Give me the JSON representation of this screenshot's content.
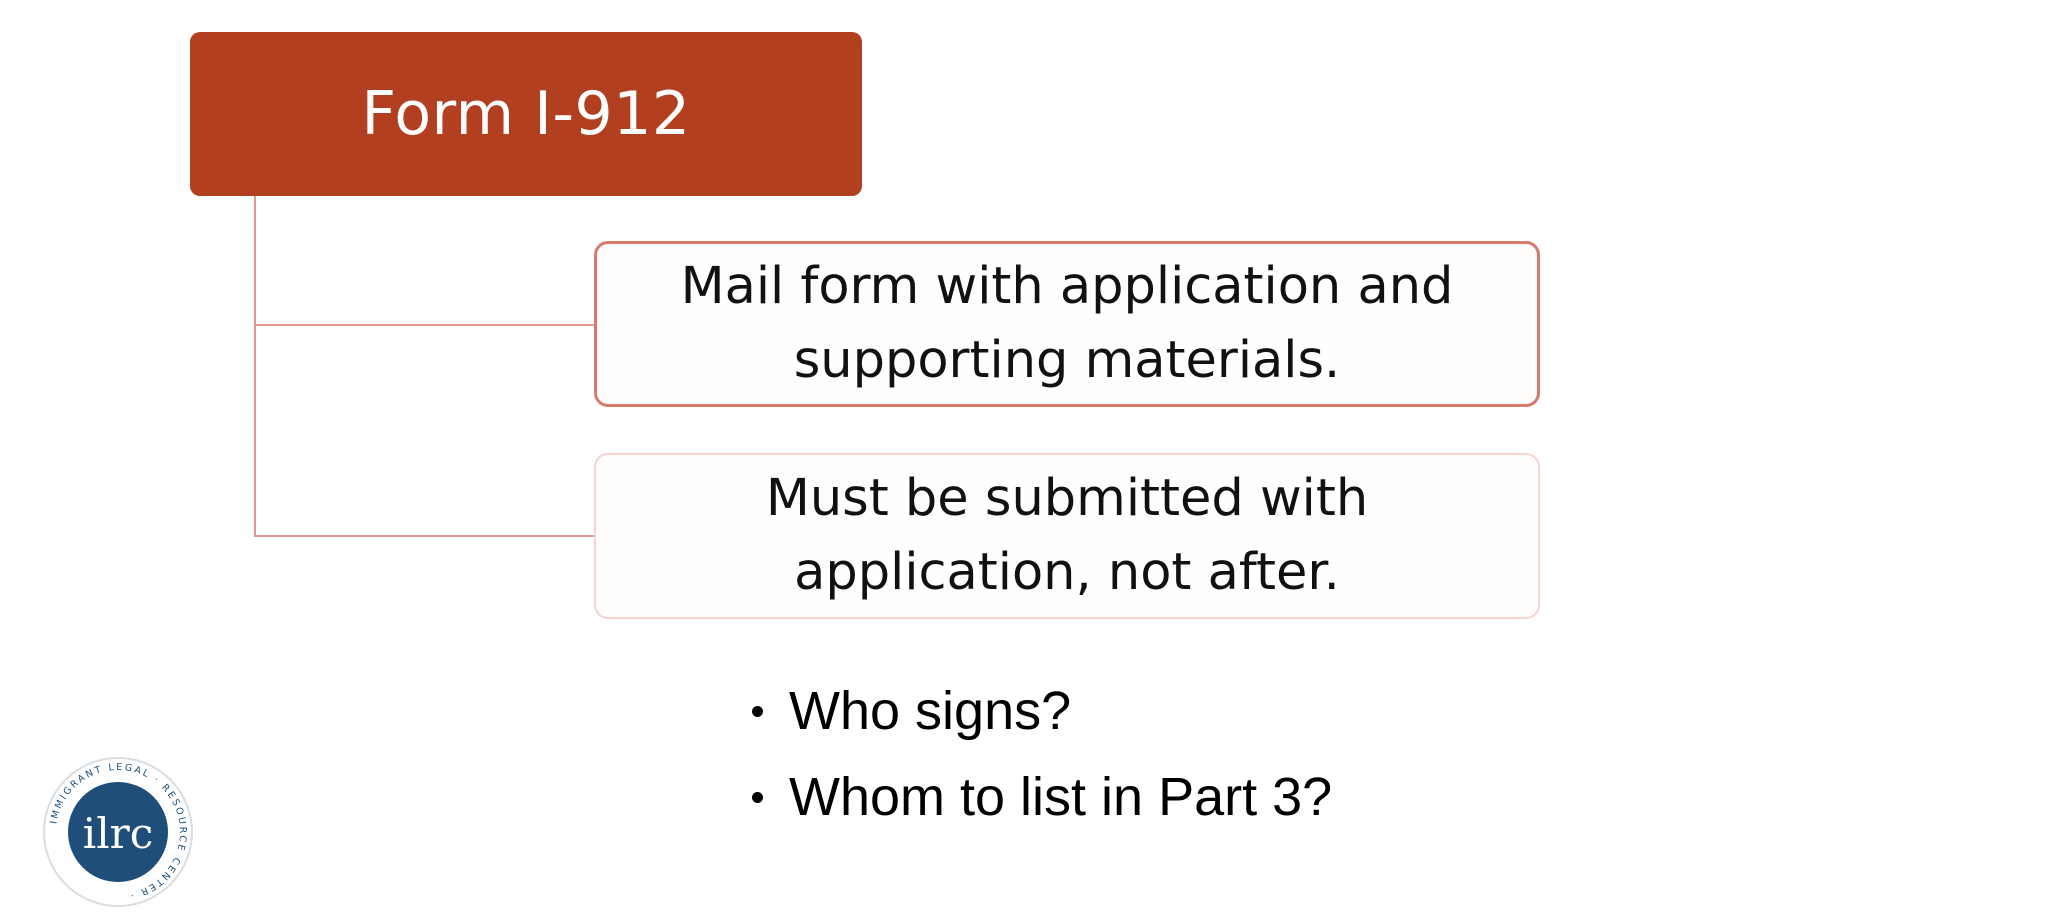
{
  "diagram": {
    "title": "Form I-912",
    "steps": [
      {
        "text": "Mail form with application and supporting materials."
      },
      {
        "text": "Must be submitted with application, not after."
      }
    ]
  },
  "bullets": [
    {
      "text": "Who signs?"
    },
    {
      "text": "Whom to list in Part 3?"
    }
  ],
  "logo": {
    "wordmark": "ilrc",
    "ring_text": "IMMIGRANT LEGAL RESOURCE CENTER",
    "color": "#1f4e7a"
  },
  "colors": {
    "title_fill": "#b23f1f",
    "connector": "#e69a8c",
    "step1_border": "#d87969",
    "step2_border": "#f5d4d2"
  }
}
